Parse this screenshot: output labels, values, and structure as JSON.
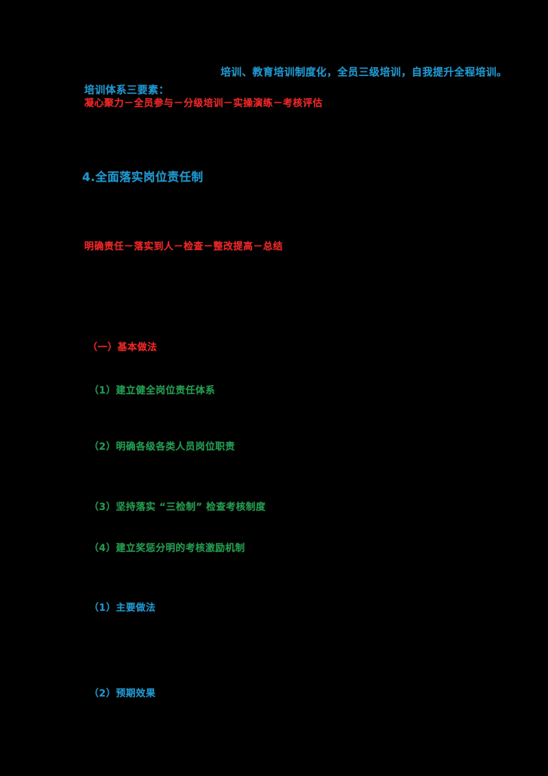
{
  "page": {
    "background_color": "#000000",
    "description": "Document page on black background; only colored bold text lines are visible"
  },
  "colors": {
    "blue": "#1899D5",
    "red": "#F92020",
    "green": "#1C9E4C",
    "background": "#000000"
  },
  "lines": {
    "top_continuation": "培训、教育培训制度化，全员三级培训，自我提升全程培训。",
    "blue_label": "培训体系三要素：",
    "red_chain_1": "凝心聚力－全员参与－分级培训－实操演练－考核评估",
    "section_heading": "4.全面落实岗位责任制",
    "red_chain_2": "明确责任－落实到人－检查－整改提高－总结",
    "red_subheading": "（一）基本做法",
    "green_item_1": "（1）建立健全岗位责任体系",
    "green_item_2": "（2）明确各级各类人员岗位职责",
    "green_item_3": "（3）坚持落实 “三检制” 检查考核制度",
    "green_item_4": "（4）建立奖惩分明的考核激励机制",
    "blue_item_1": "（1）主要做法",
    "blue_item_2": "（2）预期效果"
  }
}
